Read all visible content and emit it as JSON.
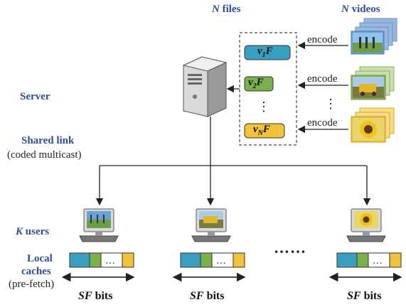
{
  "labels": {
    "n_files_var": "N",
    "n_files_word": "files",
    "n_videos_var": "N",
    "n_videos_word": "videos",
    "server": "Server",
    "shared_link": "Shared link",
    "coded_multicast": "(coded multicast)",
    "k_var": "K",
    "k_word": "users",
    "local": "Local",
    "caches": "caches",
    "prefetch": "(pre-fetch)",
    "encode": "encode",
    "vdots": "⋮",
    "dots": "……",
    "cache_dots": "…"
  },
  "files": [
    {
      "v": "v",
      "sub": "1",
      "F": "F",
      "color": "#3a9fbf"
    },
    {
      "v": "v",
      "sub": "2",
      "F": "F",
      "color": "#7bb04a"
    },
    {
      "v": "v",
      "sub": "N",
      "F": "F",
      "color": "#f2c33a"
    }
  ],
  "cache_bits": [
    {
      "var": "SF",
      "word": "bits"
    },
    {
      "var": "SF",
      "word": "bits"
    },
    {
      "var": "SF",
      "word": "bits"
    }
  ],
  "colors": {
    "blue_file": "#3a9fbf",
    "green_file": "#7bb04a",
    "yellow_file": "#f2c33a",
    "label_blue": "#2f4b94"
  }
}
